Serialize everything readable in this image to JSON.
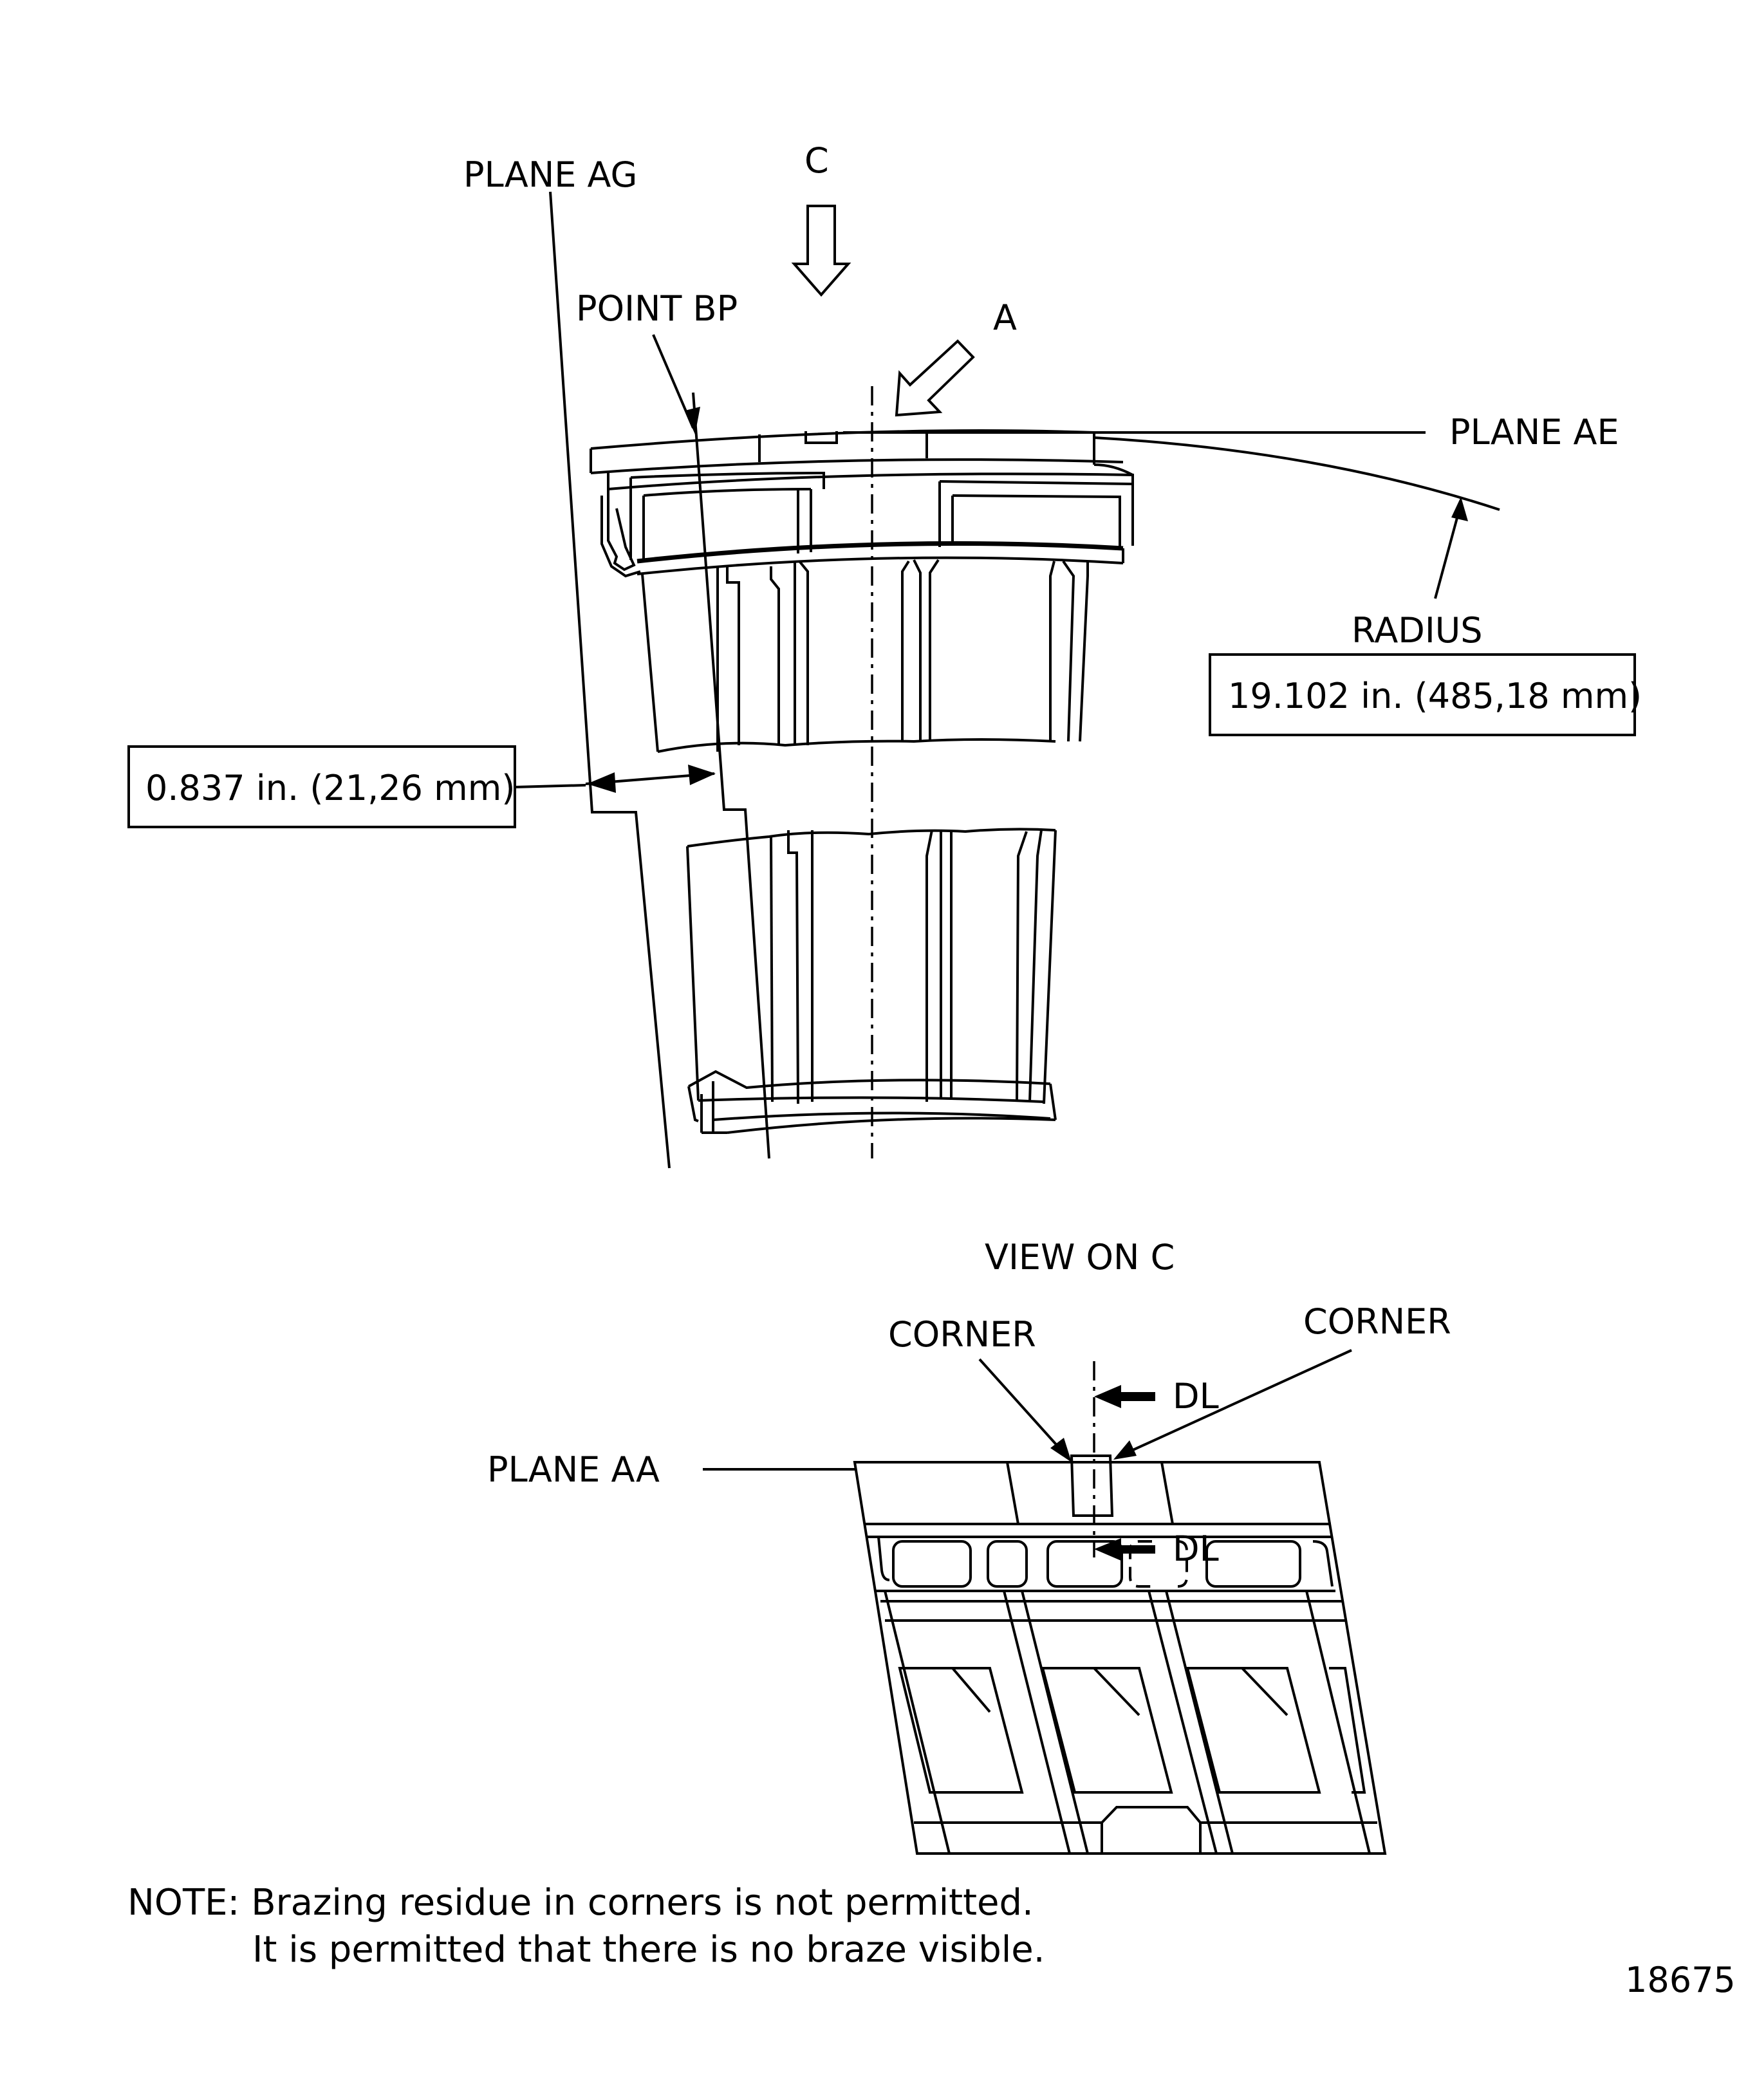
{
  "labels": {
    "plane_ag": "PLANE AG",
    "view_arrow_c": "C",
    "point_bp": "POINT BP",
    "view_arrow_a": "A",
    "plane_ae": "PLANE AE",
    "radius": "RADIUS",
    "radius_value": "19.102 in. (485,18 mm)",
    "offset_value": "0.837 in. (21,26 mm)",
    "view_on_c": "VIEW ON C",
    "corner_left": "CORNER",
    "corner_right": "CORNER",
    "dl_upper": "DL",
    "dl_lower": "DL",
    "plane_aa": "PLANE AA"
  },
  "note": {
    "line1": "NOTE: Brazing residue in corners is not permitted.",
    "line2": "It is permitted that there is no braze visible."
  },
  "figure_number": "18675"
}
